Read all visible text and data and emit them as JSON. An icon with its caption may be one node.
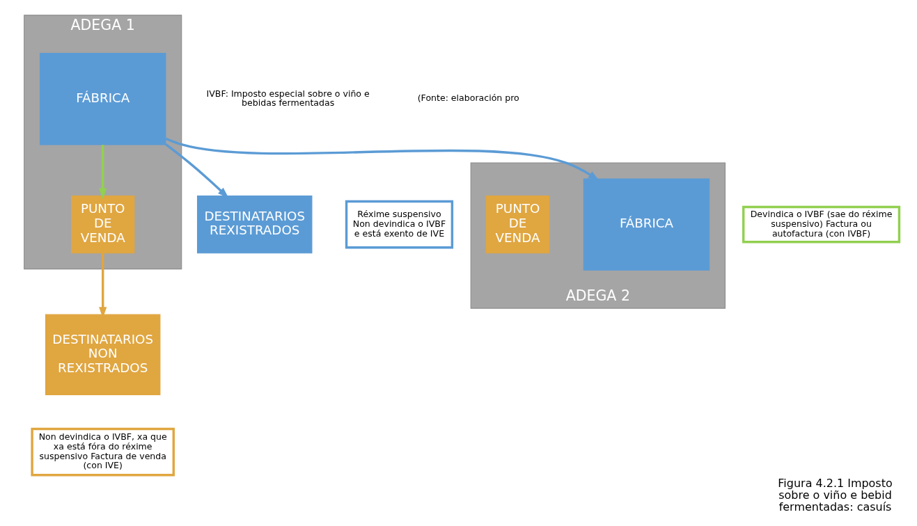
{
  "diagram": {
    "caption": "Figura 4.2.1 Imposto sobre o viño e bebid fermentadas: casuís",
    "nodes": [
      {
        "text": [
          "ADEGA 1"
        ]
      },
      {
        "text": [
          "FÁBRICA"
        ],
        "in": 0
      },
      {
        "text": [
          "PUNTO DE VENDA"
        ],
        "in": 0
      },
      {
        "text": [
          "DESTINATARIOS REXISTRADOS"
        ]
      },
      {
        "text": [
          "DESTINATARIOS NON REXISTRADOS"
        ]
      },
      {
        "text": [
          "ADEGA 2"
        ]
      },
      {
        "text": [
          "FÁBRICA"
        ],
        "in": 5
      },
      {
        "text": [
          "PUNTO DE VENDA"
        ],
        "in": 5
      },
      {
        "text": [
          "Réxime suspensivo Non devindica o IVBF e está exento de IVE"
        ]
      },
      {
        "text": [
          "Non devindica o IVBF, xa que xa está fóra do réxime suspensivo Factura de venda (con IVE)"
        ]
      },
      {
        "text": [
          "Devindica o IVBF (sae do réxime suspensivo) Factura ou autofactura (con IVBF)"
        ]
      }
    ],
    "edges": [
      {
        "from": 1,
        "to": 3,
        "arrow": "to",
        "color": "#5b9bd5"
      },
      {
        "from": 2,
        "to": 4,
        "arrow": "to",
        "color": "#e0a640"
      },
      {
        "from": 1,
        "to": 2,
        "arrow": "to",
        "color": "#92d050"
      },
      {
        "from": 1,
        "to": 6,
        "arrow": "to",
        "color": "#5b9bd5"
      }
    ],
    "labels": [
      "IVBF: Imposto especial sobre o viño e bebidas fermentadas",
      "(Fonte: elaboración pro"
    ]
  }
}
